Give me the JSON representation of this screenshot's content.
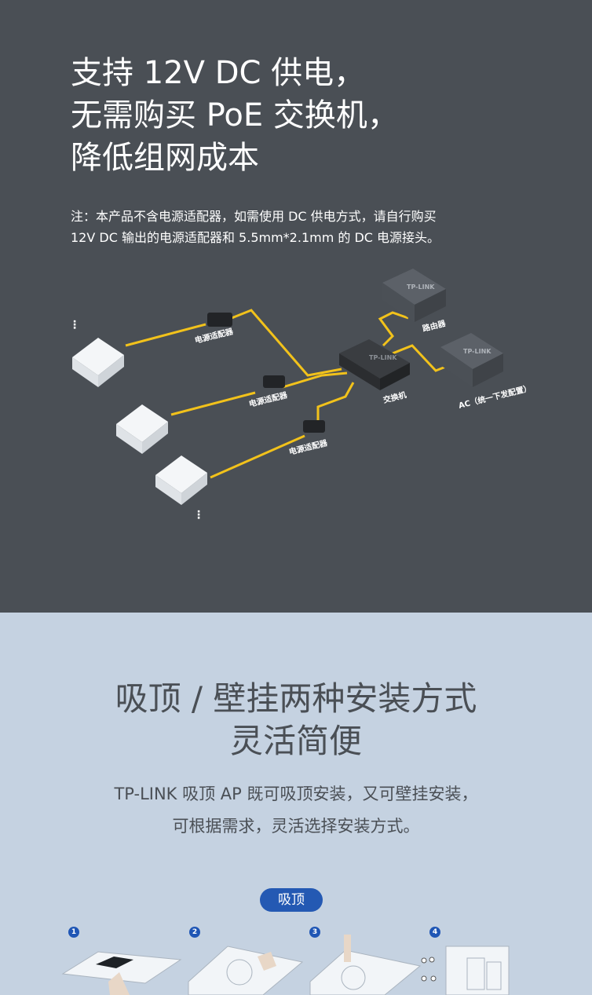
{
  "headline": {
    "line1": "支持 12V DC 供电，",
    "line2": "无需购买 PoE 交换机，",
    "line3": "降低组网成本"
  },
  "note": {
    "line1": "注：本产品不含电源适配器，如需使用 DC 供电方式，请自行购买",
    "line2": "12V DC 输出的电源适配器和 5.5mm*2.1mm 的 DC 电源接头。"
  },
  "diagram": {
    "adapter_label": "电源适配器",
    "switch_label": "交换机",
    "router_label": "路由器",
    "ac_label": "AC（统一下发配置）",
    "brand": "TP-LINK",
    "ellipsis": "⋮"
  },
  "install": {
    "title_line1": "吸顶 / 壁挂两种安装方式",
    "title_line2": "灵活简便",
    "desc_line1": "TP-LINK 吸顶 AP 既可吸顶安装，又可壁挂安装，",
    "desc_line2": "可根据需求，灵活选择安装方式。",
    "tab_label": "吸顶",
    "steps": [
      "1",
      "2",
      "3",
      "4"
    ]
  },
  "colors": {
    "dark_bg": "#4a4f55",
    "light_bg": "#c5d2e1",
    "cable": "#f2c21b",
    "accent": "#2459b3"
  }
}
